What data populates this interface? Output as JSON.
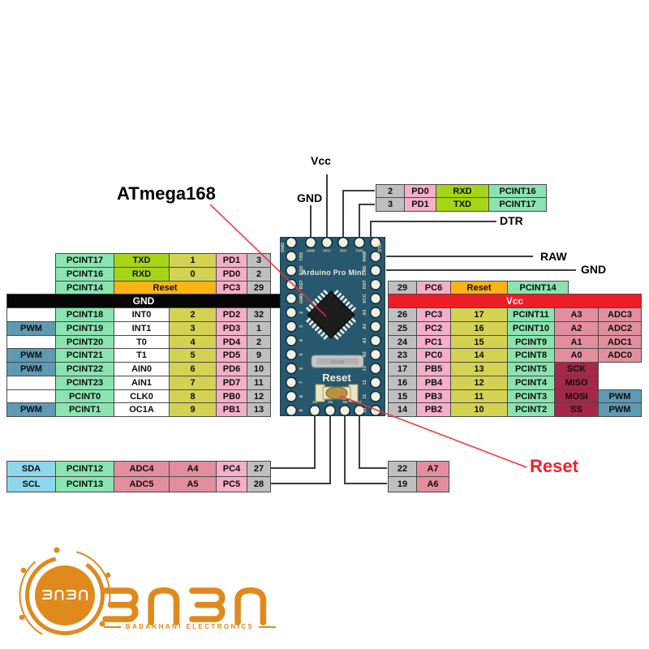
{
  "palette": {
    "mint": "#8ae4b0",
    "lime": "#a6d417",
    "yellow": "#d4d252",
    "orange": "#fcb315",
    "pink": "#f6afc8",
    "gray": "#bfbfbf",
    "salmon": "#e28e9d",
    "darkred": "#a62747",
    "pwm_blue": "#5e9ab3",
    "i2c_blue": "#8ed6ec",
    "vcc_red": "#ee1c25",
    "gnd_black": "#060606",
    "board_teal": "#27586d",
    "logo_orange": "#e0891d",
    "wire": "#3d3d3d",
    "annotation_red": "#f23038"
  },
  "labels": {
    "vcc_top": "Vcc",
    "gnd_top": "GND",
    "chip": "ATmega168",
    "dtr": "DTR",
    "raw": "RAW",
    "gnd_right": "GND",
    "reset": "Reset"
  },
  "board": {
    "title": "Arduino Pro Mini",
    "crystal": "16.000",
    "reset_label": "Reset",
    "corner_left": "GND",
    "corner_right": "DTR",
    "top_pins": [
      "GND",
      "VCC",
      "RXI",
      "TXO"
    ],
    "left_pins": [
      "TXD",
      "RXD",
      "RST",
      "GND",
      "2",
      "3",
      "4",
      "5",
      "6",
      "7",
      "8",
      "9"
    ],
    "right_pins": [
      "RAW",
      "GND",
      "RST",
      "VCC",
      "A3",
      "A2",
      "A1",
      "A0",
      "13",
      "12",
      "11",
      "10"
    ],
    "bottom_pins": [
      "A4",
      "A5",
      "A6",
      "A7"
    ]
  },
  "tables": {
    "top_right": {
      "rows": [
        [
          [
            0,
            1,
            "2",
            "gray"
          ],
          [
            1,
            1,
            "PD0",
            "pink"
          ],
          [
            2,
            1,
            "RXD",
            "lime"
          ],
          [
            3,
            1,
            "PCINT16",
            "mint"
          ]
        ],
        [
          [
            0,
            1,
            "3",
            "gray"
          ],
          [
            1,
            1,
            "PD1",
            "pink"
          ],
          [
            2,
            1,
            "TXD",
            "lime"
          ],
          [
            3,
            1,
            "PCINT17",
            "mint"
          ]
        ]
      ]
    },
    "left": {
      "rows": [
        [
          [
            1,
            1,
            "PCINT17",
            "mint"
          ],
          [
            2,
            1,
            "TXD",
            "lime"
          ],
          [
            3,
            1,
            "1",
            "yellow"
          ],
          [
            4,
            1,
            "PD1",
            "pink"
          ],
          [
            5,
            1,
            "3",
            "gray"
          ]
        ],
        [
          [
            1,
            1,
            "PCINT16",
            "mint"
          ],
          [
            2,
            1,
            "RXD",
            "lime"
          ],
          [
            3,
            1,
            "0",
            "yellow"
          ],
          [
            4,
            1,
            "PD0",
            "pink"
          ],
          [
            5,
            1,
            "2",
            "gray"
          ]
        ],
        [
          [
            1,
            1,
            "PCINT14",
            "mint"
          ],
          [
            2,
            2,
            "Reset",
            "orange"
          ],
          [
            4,
            1,
            "PC3",
            "pink"
          ],
          [
            5,
            1,
            "29",
            "gray"
          ]
        ],
        [
          [
            0,
            6,
            "GND",
            "black",
            345
          ]
        ],
        [
          [
            0,
            1,
            "",
            "white"
          ],
          [
            1,
            1,
            "PCINT18",
            "mint"
          ],
          [
            2,
            1,
            "INT0",
            "white"
          ],
          [
            3,
            1,
            "2",
            "yellow"
          ],
          [
            4,
            1,
            "PD2",
            "pink"
          ],
          [
            5,
            1,
            "32",
            "gray"
          ]
        ],
        [
          [
            0,
            1,
            "PWM",
            "blue"
          ],
          [
            1,
            1,
            "PCINT19",
            "mint"
          ],
          [
            2,
            1,
            "INT1",
            "white"
          ],
          [
            3,
            1,
            "3",
            "yellow"
          ],
          [
            4,
            1,
            "PD3",
            "pink"
          ],
          [
            5,
            1,
            "1",
            "gray"
          ]
        ],
        [
          [
            0,
            1,
            "",
            "white"
          ],
          [
            1,
            1,
            "PCINT20",
            "mint"
          ],
          [
            2,
            1,
            "T0",
            "white"
          ],
          [
            3,
            1,
            "4",
            "yellow"
          ],
          [
            4,
            1,
            "PD4",
            "pink"
          ],
          [
            5,
            1,
            "2",
            "gray"
          ]
        ],
        [
          [
            0,
            1,
            "PWM",
            "blue"
          ],
          [
            1,
            1,
            "PCINT21",
            "mint"
          ],
          [
            2,
            1,
            "T1",
            "white"
          ],
          [
            3,
            1,
            "5",
            "yellow"
          ],
          [
            4,
            1,
            "PD5",
            "pink"
          ],
          [
            5,
            1,
            "9",
            "gray"
          ]
        ],
        [
          [
            0,
            1,
            "PWM",
            "blue"
          ],
          [
            1,
            1,
            "PCINT22",
            "mint"
          ],
          [
            2,
            1,
            "AIN0",
            "white"
          ],
          [
            3,
            1,
            "6",
            "yellow"
          ],
          [
            4,
            1,
            "PD6",
            "pink"
          ],
          [
            5,
            1,
            "10",
            "gray"
          ]
        ],
        [
          [
            0,
            1,
            "",
            "white"
          ],
          [
            1,
            1,
            "PCINT23",
            "mint"
          ],
          [
            2,
            1,
            "AIN1",
            "white"
          ],
          [
            3,
            1,
            "7",
            "yellow"
          ],
          [
            4,
            1,
            "PD7",
            "pink"
          ],
          [
            5,
            1,
            "11",
            "gray"
          ]
        ],
        [
          [
            0,
            1,
            "",
            "white"
          ],
          [
            1,
            1,
            "PCINT0",
            "mint"
          ],
          [
            2,
            1,
            "CLK0",
            "white"
          ],
          [
            3,
            1,
            "8",
            "yellow"
          ],
          [
            4,
            1,
            "PB0",
            "pink"
          ],
          [
            5,
            1,
            "12",
            "gray"
          ]
        ],
        [
          [
            0,
            1,
            "PWM",
            "blue"
          ],
          [
            1,
            1,
            "PCINT1",
            "mint"
          ],
          [
            2,
            1,
            "OC1A",
            "white"
          ],
          [
            3,
            1,
            "9",
            "yellow"
          ],
          [
            4,
            1,
            "PB1",
            "pink"
          ],
          [
            5,
            1,
            "13",
            "gray"
          ]
        ]
      ]
    },
    "right": {
      "rows": [
        [
          [
            0,
            1,
            "29",
            "gray"
          ],
          [
            1,
            1,
            "PC6",
            "pink"
          ],
          [
            2,
            1,
            "Reset",
            "orange"
          ],
          [
            3,
            1,
            "PCINT14",
            "mint",
            700
          ]
        ],
        [
          [
            0,
            6,
            "Vcc",
            "red"
          ]
        ],
        [
          [
            0,
            1,
            "26",
            "gray"
          ],
          [
            1,
            1,
            "PC3",
            "pink"
          ],
          [
            2,
            1,
            "17",
            "yellow"
          ],
          [
            3,
            1,
            "PCINT11",
            "mint"
          ],
          [
            4,
            1,
            "A3",
            "salmon"
          ],
          [
            5,
            1,
            "ADC3",
            "salmon"
          ]
        ],
        [
          [
            0,
            1,
            "25",
            "gray"
          ],
          [
            1,
            1,
            "PC2",
            "pink"
          ],
          [
            2,
            1,
            "16",
            "yellow"
          ],
          [
            3,
            1,
            "PCINT10",
            "mint"
          ],
          [
            4,
            1,
            "A2",
            "salmon"
          ],
          [
            5,
            1,
            "ADC2",
            "salmon"
          ]
        ],
        [
          [
            0,
            1,
            "24",
            "gray"
          ],
          [
            1,
            1,
            "PC1",
            "pink"
          ],
          [
            2,
            1,
            "15",
            "yellow"
          ],
          [
            3,
            1,
            "PCINT9",
            "mint"
          ],
          [
            4,
            1,
            "A1",
            "salmon"
          ],
          [
            5,
            1,
            "ADC1",
            "salmon"
          ]
        ],
        [
          [
            0,
            1,
            "23",
            "gray"
          ],
          [
            1,
            1,
            "PC0",
            "pink"
          ],
          [
            2,
            1,
            "14",
            "yellow"
          ],
          [
            3,
            1,
            "PCINT8",
            "mint"
          ],
          [
            4,
            1,
            "A0",
            "salmon"
          ],
          [
            5,
            1,
            "ADC0",
            "salmon"
          ]
        ],
        [
          [
            0,
            1,
            "17",
            "gray"
          ],
          [
            1,
            1,
            "PB5",
            "pink"
          ],
          [
            2,
            1,
            "13",
            "yellow"
          ],
          [
            3,
            1,
            "PCINT5",
            "mint"
          ],
          [
            4,
            1,
            "SCK",
            "darkred"
          ]
        ],
        [
          [
            0,
            1,
            "16",
            "gray"
          ],
          [
            1,
            1,
            "PB4",
            "pink"
          ],
          [
            2,
            1,
            "12",
            "yellow"
          ],
          [
            3,
            1,
            "PCINT4",
            "mint"
          ],
          [
            4,
            1,
            "MISO",
            "darkred"
          ]
        ],
        [
          [
            0,
            1,
            "15",
            "gray"
          ],
          [
            1,
            1,
            "PB3",
            "pink"
          ],
          [
            2,
            1,
            "11",
            "yellow"
          ],
          [
            3,
            1,
            "PCINT3",
            "mint"
          ],
          [
            4,
            1,
            "MOSI",
            "darkred"
          ],
          [
            5,
            1,
            "PWM",
            "blue"
          ]
        ],
        [
          [
            0,
            1,
            "14",
            "gray"
          ],
          [
            1,
            1,
            "PB2",
            "pink"
          ],
          [
            2,
            1,
            "10",
            "yellow"
          ],
          [
            3,
            1,
            "PCINT2",
            "mint"
          ],
          [
            4,
            1,
            "SS",
            "darkred"
          ],
          [
            5,
            1,
            "PWM",
            "blue"
          ]
        ]
      ]
    },
    "bottom_left": {
      "rows": [
        [
          [
            0,
            1,
            "SDA",
            "ltblue"
          ],
          [
            1,
            1,
            "PCINT12",
            "mint"
          ],
          [
            2,
            1,
            "ADC4",
            "salmon"
          ],
          [
            3,
            1,
            "A4",
            "salmon"
          ],
          [
            4,
            1,
            "PC4",
            "pink"
          ],
          [
            5,
            1,
            "27",
            "gray"
          ]
        ],
        [
          [
            0,
            1,
            "SCL",
            "ltblue"
          ],
          [
            1,
            1,
            "PCINT13",
            "mint"
          ],
          [
            2,
            1,
            "ADC5",
            "salmon"
          ],
          [
            3,
            1,
            "A5",
            "salmon"
          ],
          [
            4,
            1,
            "PC5",
            "pink"
          ],
          [
            5,
            1,
            "28",
            "gray"
          ]
        ]
      ]
    },
    "bottom_right": {
      "rows": [
        [
          [
            0,
            1,
            "22",
            "gray"
          ],
          [
            1,
            1,
            "A7",
            "salmon"
          ]
        ],
        [
          [
            0,
            1,
            "19",
            "gray"
          ],
          [
            1,
            1,
            "A6",
            "salmon"
          ]
        ]
      ]
    }
  },
  "logo": {
    "wordmark": "3∩3∩",
    "caption": "BABAKHANI ELECTRONICS"
  }
}
